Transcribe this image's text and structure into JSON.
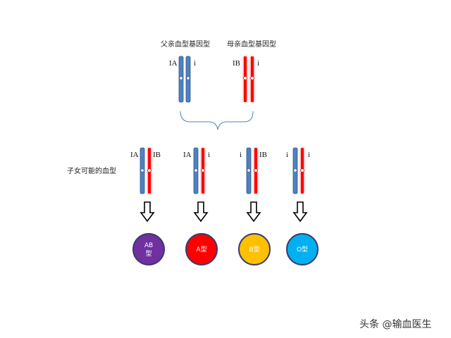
{
  "parents": {
    "father_label": "父亲血型基因型",
    "mother_label": "母亲血型基因型",
    "father_alleles": [
      "IA",
      "i"
    ],
    "mother_alleles": [
      "IB",
      "i"
    ]
  },
  "offspring": {
    "label": "子女可能的血型",
    "pairs": [
      {
        "left": "IA",
        "right": "IB"
      },
      {
        "left": "IA",
        "right": "i"
      },
      {
        "left": "i",
        "right": "IB"
      },
      {
        "left": "i",
        "right": "i"
      }
    ]
  },
  "blood_types": [
    {
      "line1": "AB",
      "line2": "型",
      "color": "#7030a0"
    },
    {
      "line1": "A型",
      "line2": "",
      "color": "#ff0000"
    },
    {
      "line1": "B型",
      "line2": "",
      "color": "#ffc000"
    },
    {
      "line1": "O型",
      "line2": "",
      "color": "#00b0f0"
    }
  ],
  "watermark": "头条 @输血医生",
  "colors": {
    "blue_chromosome": "#4f81bd",
    "red_chromosome": "#ff0000",
    "circle_border": "#3b3b6e",
    "brace": "#4f81bd"
  },
  "icons": [
    "down-arrow-icon",
    "curly-brace-icon",
    "centromere-icon"
  ]
}
